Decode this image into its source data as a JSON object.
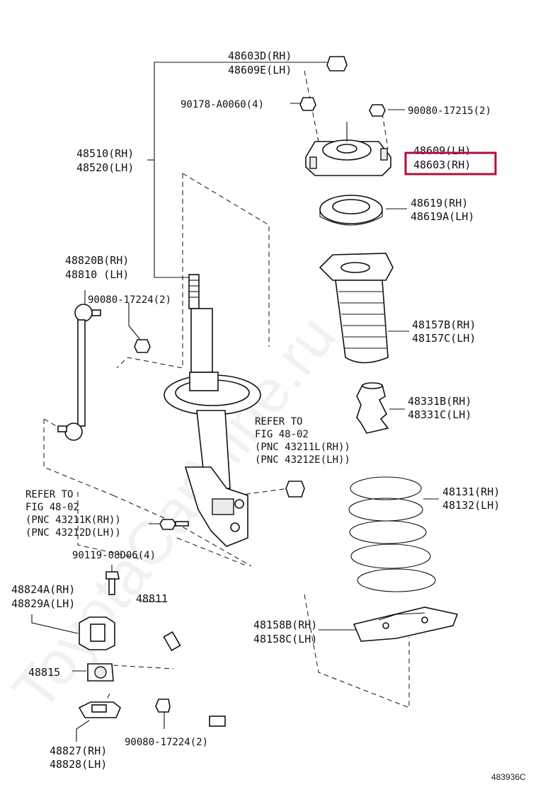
{
  "watermark": "ToyotaCarMine.ru",
  "figure_id": "483936C",
  "labels": {
    "l48603d": "48603D(RH)",
    "l48609e": "48609E(LH)",
    "l90178": "90178-A0060(4)",
    "l90080_17215": "90080-17215(2)",
    "l48510": "48510(RH)",
    "l48520": "48520(LH)",
    "l48609": "48609(LH)",
    "l48603": "48603(RH)",
    "l48619": "48619(RH)",
    "l48619a": "48619A(LH)",
    "l48820b": "48820B(RH)",
    "l48810": "48810 (LH)",
    "l90080_17224_top": "90080-17224(2)",
    "l48157b": "48157B(RH)",
    "l48157c": "48157C(LH)",
    "l48331b": "48331B(RH)",
    "l48331c": "48331C(LH)",
    "refer_r1": "REFER TO",
    "refer_r2": "FIG 48-02",
    "refer_r3": "(PNC 43211L(RH))",
    "refer_r4": "(PNC 43212E(LH))",
    "refer_l1": "REFER TO",
    "refer_l2": "FIG 48-02",
    "refer_l3": "(PNC 43211K(RH))",
    "refer_l4": "(PNC 43212D(LH))",
    "l48131": "48131(RH)",
    "l48132": "48132(LH)",
    "l90119": "90119-08D06(4)",
    "l48824a": "48824A(RH)",
    "l48829a": "48829A(LH)",
    "l48811": "48811",
    "l48158b": "48158B(RH)",
    "l48158c": "48158C(LH)",
    "l48815": "48815",
    "l48827": "48827(RH)",
    "l48828": "48828(LH)",
    "l90080_17224_bot": "90080-17224(2)"
  },
  "highlight": {
    "part": "48603(RH)",
    "color": "#b0103a"
  }
}
